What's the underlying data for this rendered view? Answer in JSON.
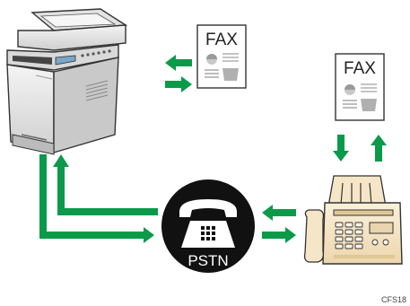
{
  "nodes": {
    "printer": {
      "name": "multifunction-printer",
      "icon": "printer-icon"
    },
    "fax_document_left": {
      "label": "FAX"
    },
    "fax_document_right": {
      "label": "FAX"
    },
    "pstn": {
      "label": "PSTN",
      "icon": "telephone-icon"
    },
    "fax_machine": {
      "name": "fax-machine",
      "icon": "fax-machine-icon"
    }
  },
  "figure_code": "CFS18",
  "colors": {
    "arrow": "#0a9a4a",
    "pstn_circle": "#111111",
    "fax_machine_fill": "#f6e6c8",
    "outline": "#333333"
  }
}
